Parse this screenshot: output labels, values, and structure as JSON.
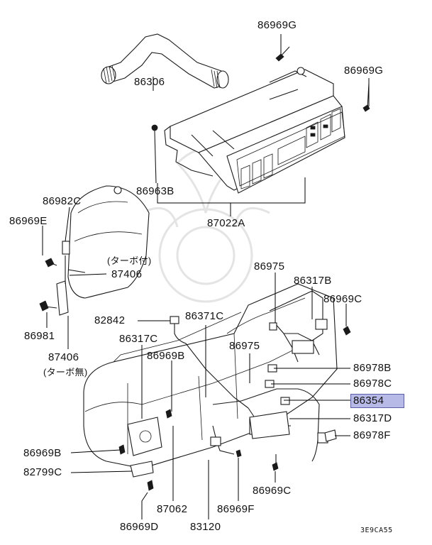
{
  "diagram": {
    "labels": [
      {
        "id": "86969G-top",
        "text": "86969G"
      },
      {
        "id": "86306",
        "text": "86306"
      },
      {
        "id": "86969G-right",
        "text": "86969G"
      },
      {
        "id": "86963B",
        "text": "86963B"
      },
      {
        "id": "86982C",
        "text": "86982C"
      },
      {
        "id": "86969E",
        "text": "86969E"
      },
      {
        "id": "87022A",
        "text": "87022A"
      },
      {
        "id": "turbo-with",
        "text": "(ターボ付)"
      },
      {
        "id": "87406-upper",
        "text": "87406"
      },
      {
        "id": "86975-upper",
        "text": "86975"
      },
      {
        "id": "86317B",
        "text": "86317B"
      },
      {
        "id": "86969C-upper",
        "text": "86969C"
      },
      {
        "id": "82842",
        "text": "82842"
      },
      {
        "id": "86371C",
        "text": "86371C"
      },
      {
        "id": "86981",
        "text": "86981"
      },
      {
        "id": "86317C",
        "text": "86317C"
      },
      {
        "id": "87406-lower",
        "text": "87406"
      },
      {
        "id": "86975-lower",
        "text": "86975"
      },
      {
        "id": "86969B-upper",
        "text": "86969B"
      },
      {
        "id": "turbo-without",
        "text": "(ターボ無)"
      },
      {
        "id": "86978B",
        "text": "86978B"
      },
      {
        "id": "86978C",
        "text": "86978C"
      },
      {
        "id": "86354",
        "text": "86354",
        "highlighted": true
      },
      {
        "id": "86317D",
        "text": "86317D"
      },
      {
        "id": "86969B-lower",
        "text": "86969B"
      },
      {
        "id": "86978F",
        "text": "86978F"
      },
      {
        "id": "82799C",
        "text": "82799C"
      },
      {
        "id": "87062",
        "text": "87062"
      },
      {
        "id": "86969F",
        "text": "86969F"
      },
      {
        "id": "86969C-lower",
        "text": "86969C"
      },
      {
        "id": "86969D",
        "text": "86969D"
      },
      {
        "id": "83120",
        "text": "83120"
      }
    ],
    "diagram_code": "3E9CA55",
    "highlight_color": "#b7b9e6"
  }
}
